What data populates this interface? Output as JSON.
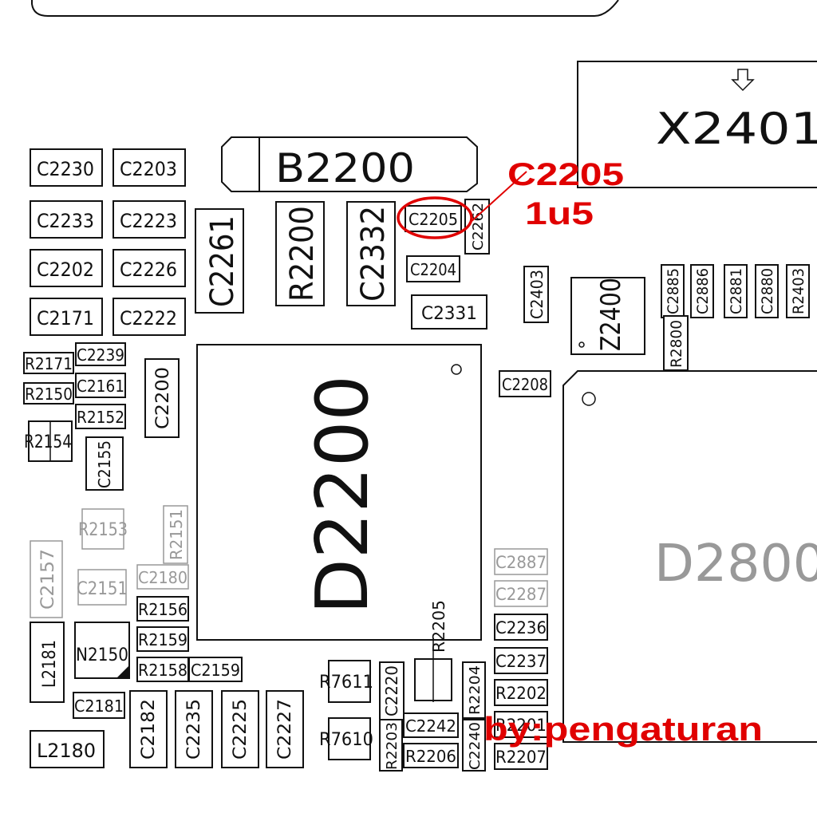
{
  "components": {
    "x2401": "X2401",
    "b2200_chip": "B2200",
    "d2200": "D2200",
    "d2800": "D2800",
    "z2400": "Z2400",
    "n2150": "N2150",
    "c2230": "C2230",
    "c2203": "C2203",
    "c2233": "C2233",
    "c2223": "C2223",
    "c2202": "C2202",
    "c2226": "C2226",
    "c2171": "C2171",
    "c2222": "C2222",
    "c2261": "C2261",
    "r2200": "R2200",
    "c2332": "C2332",
    "c2205": "C2205",
    "c2262": "C2262",
    "c2204": "C2204",
    "c2331": "C2331",
    "c2403": "C2403",
    "c2885": "C2885",
    "c2886": "C2886",
    "c2881": "C2881",
    "c2880": "C2880",
    "r2403": "R2403",
    "r2800": "R2800",
    "c2208": "C2208",
    "r2171": "R2171",
    "c2239": "C2239",
    "r2150": "R2150",
    "c2161": "C2161",
    "r2152": "R2152",
    "c2200": "C2200",
    "r2154": "R2154",
    "c2155": "C2155",
    "r2153": "R2153",
    "r2151": "R2151",
    "c2157": "C2157",
    "c2151": "C2151",
    "c2180": "C2180",
    "r2156": "R2156",
    "r2159": "R2159",
    "r2158": "R2158",
    "c2159": "C2159",
    "l2181": "L2181",
    "c2181": "C2181",
    "c2182": "C2182",
    "c2235": "C2235",
    "c2225": "C2225",
    "c2227": "C2227",
    "l2180": "L2180",
    "r7611": "R7611",
    "r7610": "R7610",
    "c2220": "C2220",
    "r2203": "R2203",
    "c2242": "C2242",
    "r2206": "R2206",
    "r2205": "R2205",
    "r2204": "R2204",
    "c2240": "C2240",
    "c2887": "C2887",
    "c2287": "C2287",
    "c2236": "C2236",
    "c2237": "C2237",
    "r2202": "R2202",
    "r2201": "R2201",
    "r2207": "R2207"
  },
  "annotation": {
    "ref": "C2205",
    "value": "1u5",
    "credit": "by:pengaturan",
    "color": "#e00000"
  }
}
